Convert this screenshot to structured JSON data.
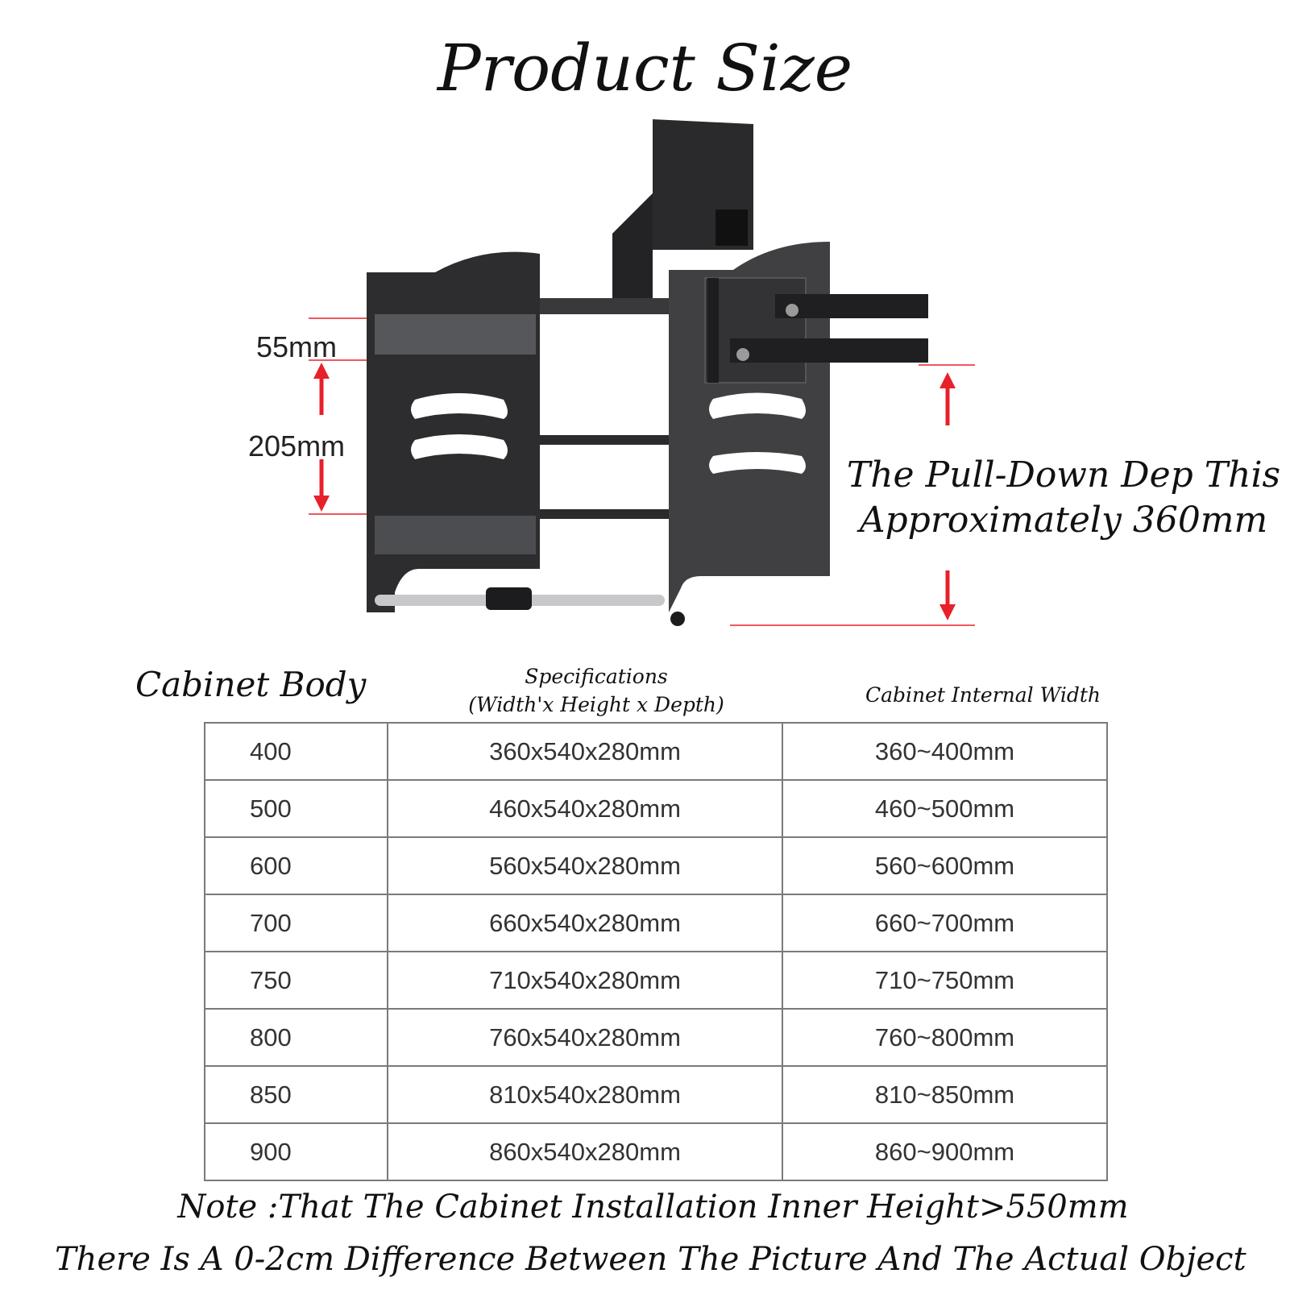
{
  "title": "Product Size",
  "dimensions": {
    "top_gap": "55mm",
    "shelf_gap": "205mm"
  },
  "pulldown_note": {
    "line1": "The Pull-Down Dep This",
    "line2": "Approximately 360mm"
  },
  "table": {
    "headers": {
      "body": "Cabinet Body",
      "spec_line1": "Specifications",
      "spec_line2": "(Width'x Height x Depth)",
      "internal": "Cabinet Internal Width"
    },
    "rows": [
      {
        "body": "400",
        "spec": "360x540x280mm",
        "internal": "360~400mm"
      },
      {
        "body": "500",
        "spec": "460x540x280mm",
        "internal": "460~500mm"
      },
      {
        "body": "600",
        "spec": "560x540x280mm",
        "internal": "560~600mm"
      },
      {
        "body": "700",
        "spec": "660x540x280mm",
        "internal": "660~700mm"
      },
      {
        "body": "750",
        "spec": "710x540x280mm",
        "internal": "710~750mm"
      },
      {
        "body": "800",
        "spec": "760x540x280mm",
        "internal": "760~800mm"
      },
      {
        "body": "850",
        "spec": "810x540x280mm",
        "internal": "810~850mm"
      },
      {
        "body": "900",
        "spec": "860x540x280mm",
        "internal": "860~900mm"
      }
    ]
  },
  "notes": {
    "height": "Note :That The Cabinet Installation Inner Height>550mm",
    "difference": "There Is A 0-2cm Difference Between The Picture And The Actual Object"
  },
  "colors": {
    "arrow_red": "#e8202a",
    "frame_dark": "#2b2b2d",
    "frame_mid": "#4a4a4d",
    "table_border": "#7a7a7a"
  }
}
